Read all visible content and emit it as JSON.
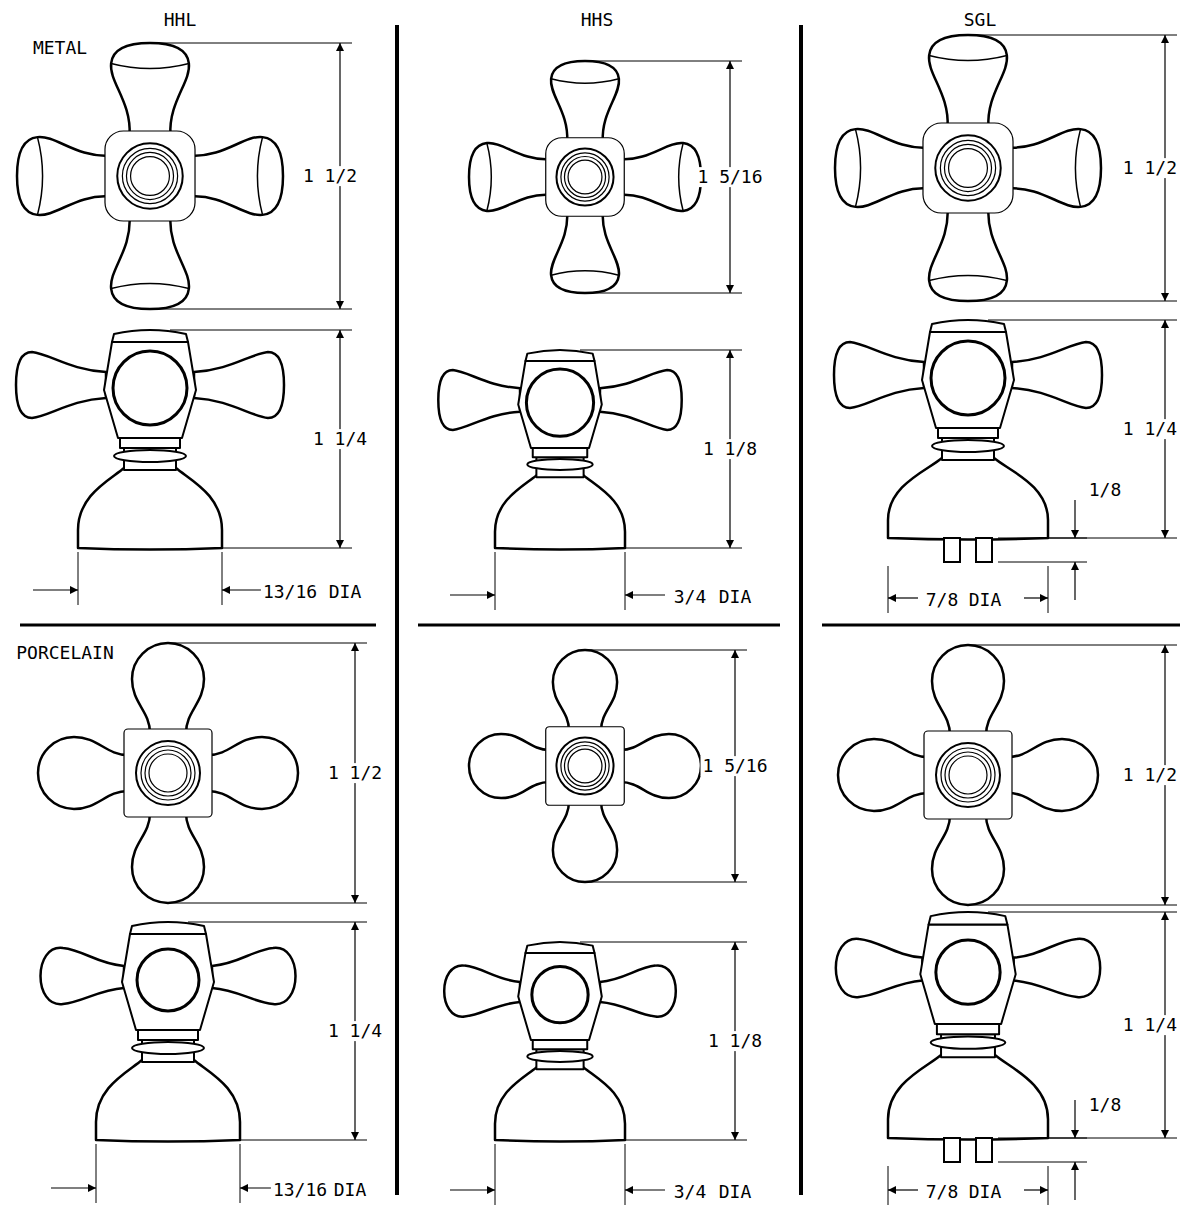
{
  "diagram": {
    "labels": [
      "HHL",
      "HHS",
      "SGL",
      "METAL",
      "1 1/2",
      "1 5/16",
      "1 1/2",
      "1 1/4",
      "1 1/8",
      "1 1/4",
      "1/8",
      "13/16",
      "DIA",
      "3/4",
      "DIA",
      "7/8",
      "DIA",
      "PORCELAIN",
      "1 1/2",
      "1 5/16",
      "1 1/2",
      "1 1/4",
      "1 1/8",
      "1 1/4",
      "1/8",
      "13/16",
      "DIA",
      "3/4",
      "DIA",
      "7/8",
      "DIA"
    ]
  }
}
